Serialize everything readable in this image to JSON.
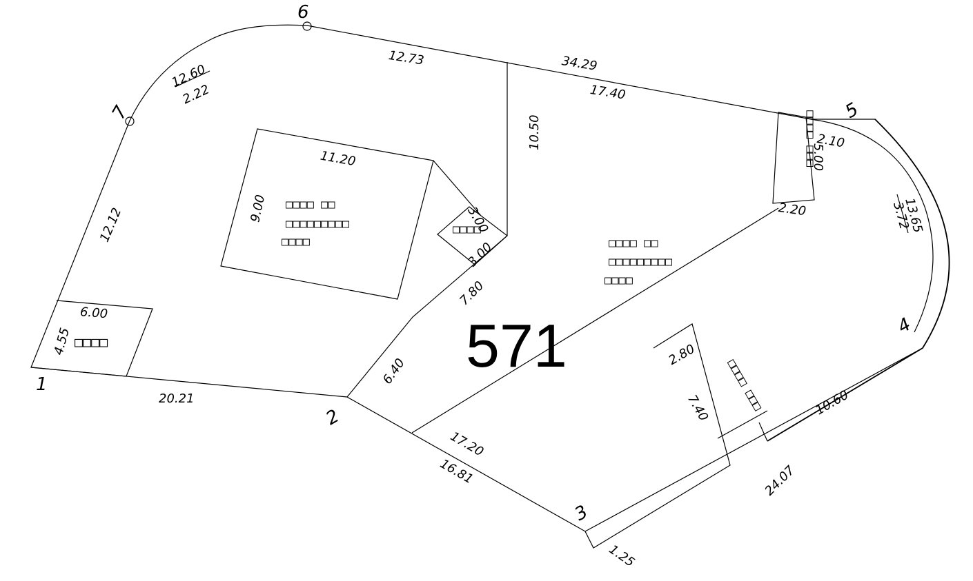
{
  "parcel_number": "571",
  "vertices": [
    "1",
    "2",
    "3",
    "4",
    "5",
    "6",
    "7"
  ],
  "dimensions": {
    "d_12_12": "12.12",
    "d_12_60": "12.60",
    "d_2_22": "2.22",
    "d_12_73": "12.73",
    "d_34_29": "34.29",
    "d_17_40": "17.40",
    "d_10_50": "10.50",
    "d_11_20": "11.20",
    "d_9_00": "9.00",
    "d_3_00a": "3.00",
    "d_3_00b": "3.00",
    "d_7_80": "7.80",
    "d_6_40": "6.40",
    "d_6_00": "6.00",
    "d_4_55": "4.55",
    "d_20_21": "20.21",
    "d_17_20": "17.20",
    "d_16_81": "16.81",
    "d_1_25": "1.25",
    "d_24_07": "24.07",
    "d_10_60": "10.60",
    "d_2_80": "2.80",
    "d_7_40": "7.40",
    "d_13_65": "13.65",
    "d_3_72": "3.72",
    "d_2_10": "2.10",
    "d_2_20": "2.20",
    "d_5_00": "5.00"
  },
  "building_labels": {
    "main_line1": "□□□□ □□",
    "main_line2": "□□□□□□□□□",
    "main_line3": "□□□□",
    "right_line1": "□□□□ □□",
    "right_line2": "□□□□□□□□□",
    "right_line3": "□□□□",
    "small_box": "□□□□",
    "shed": "□□□□",
    "strip_right": "□□□ □□□□",
    "strip_bottom": "□□□□ □□□"
  }
}
